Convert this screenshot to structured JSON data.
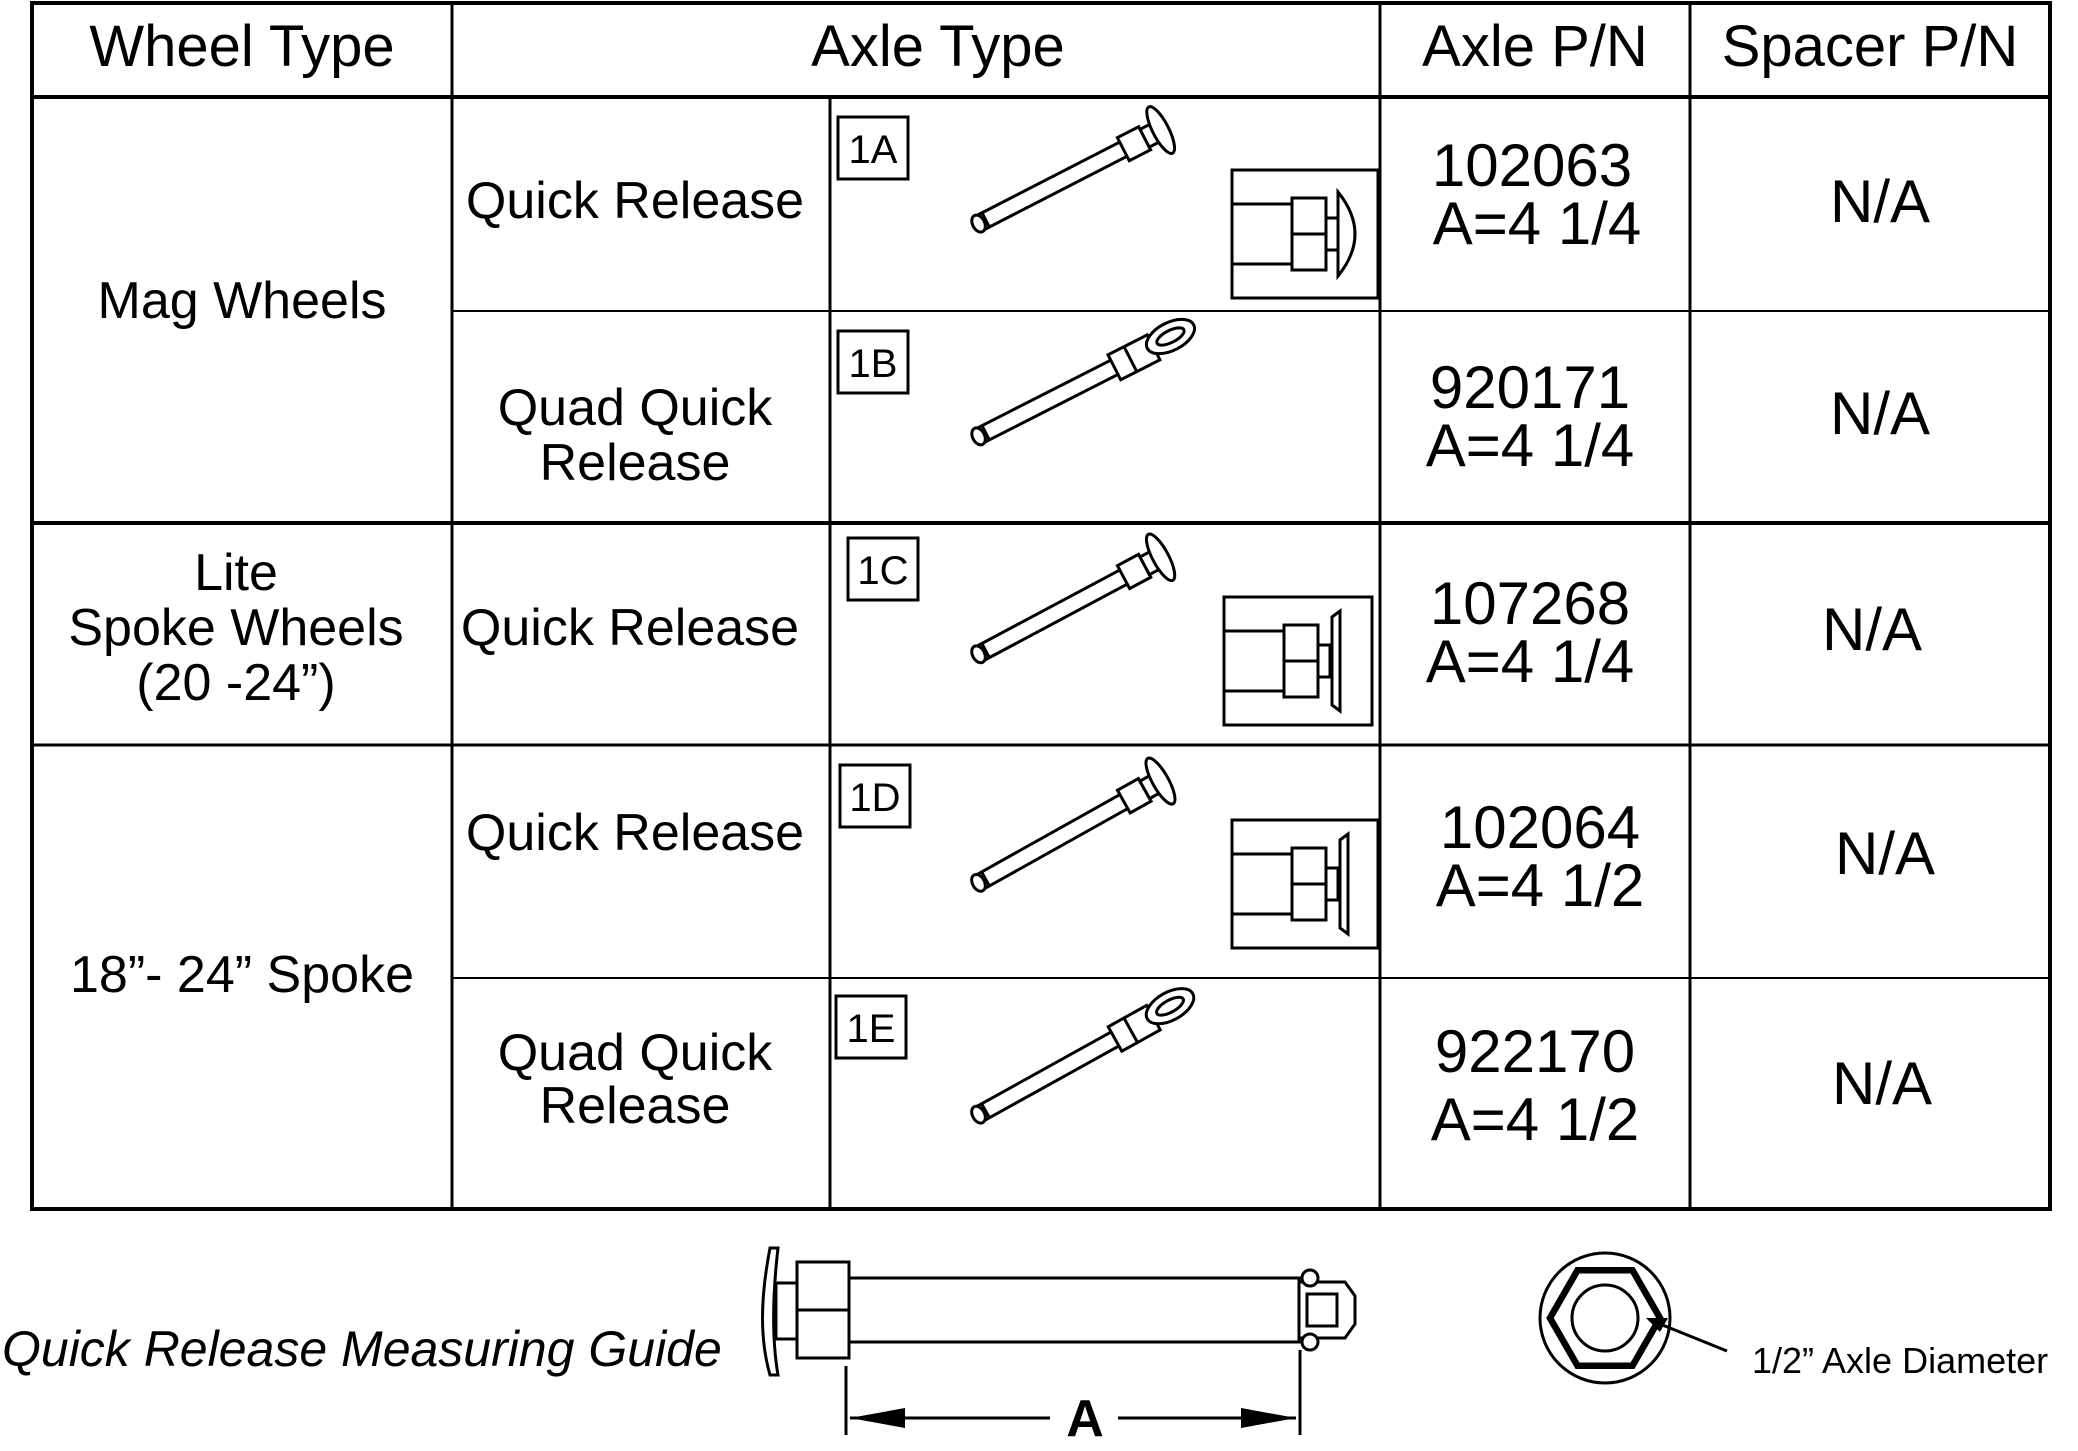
{
  "headers": {
    "wheel_type": "Wheel Type",
    "axle_type": "Axle Type",
    "axle_pn": "Axle P/N",
    "spacer_pn": "Spacer P/N"
  },
  "groups": [
    {
      "wheel_type_lines": [
        "Mag Wheels"
      ]
    },
    {
      "wheel_type_lines": [
        "Lite",
        "Spoke Wheels",
        "(20 -24”)"
      ]
    },
    {
      "wheel_type_lines": [
        "18”- 24” Spoke"
      ]
    }
  ],
  "rows": [
    {
      "axle_type_lines": [
        "Quick Release"
      ],
      "tag": "1A",
      "style": "quick-release",
      "pn": "102063",
      "a": "A=4 1/4",
      "spacer": "N/A"
    },
    {
      "axle_type_lines": [
        "Quad Quick",
        "Release"
      ],
      "tag": "1B",
      "style": "quad-quick-release",
      "pn": "920171",
      "a": "A=4 1/4",
      "spacer": "N/A"
    },
    {
      "axle_type_lines": [
        "Quick Release"
      ],
      "tag": "1C",
      "style": "quick-release",
      "pn": "107268",
      "a": "A=4 1/4",
      "spacer": "N/A"
    },
    {
      "axle_type_lines": [
        "Quick Release"
      ],
      "tag": "1D",
      "style": "quick-release",
      "pn": "102064",
      "a": "A=4 1/2",
      "spacer": "N/A"
    },
    {
      "axle_type_lines": [
        "Quad Quick",
        "Release"
      ],
      "tag": "1E",
      "style": "quad-quick-release",
      "pn": "922170",
      "a": "A=4 1/2",
      "spacer": "N/A"
    }
  ],
  "guide": {
    "title": "Quick Release Measuring Guide",
    "dimension_label": "A",
    "diameter_note": "1/2” Axle Diameter"
  }
}
